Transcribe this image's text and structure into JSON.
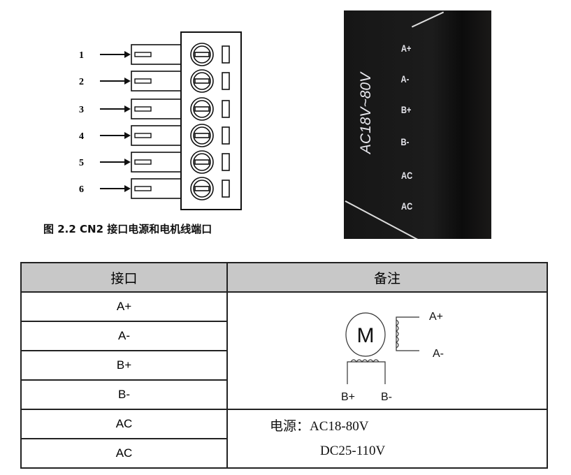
{
  "connector_figure": {
    "pins": [
      "1",
      "2",
      "3",
      "4",
      "5",
      "6"
    ],
    "caption": "图 2.2 CN2 接口电源和电机线端口"
  },
  "photo": {
    "voltage_label": "AC18V~80V",
    "terminal_labels": [
      "A+",
      "A-",
      "B+",
      "B-",
      "AC",
      "AC"
    ]
  },
  "table": {
    "headers": [
      "接口",
      "备注"
    ],
    "ports": [
      "A+",
      "A-",
      "B+",
      "B-",
      "AC",
      "AC"
    ],
    "motor_diagram": {
      "motor_label": "M",
      "a_plus": "A+",
      "a_minus": "A-",
      "b_plus": "B+",
      "b_minus": "B-"
    },
    "power_line1": "电源：AC18-80V",
    "power_line2": "DC25-110V"
  }
}
